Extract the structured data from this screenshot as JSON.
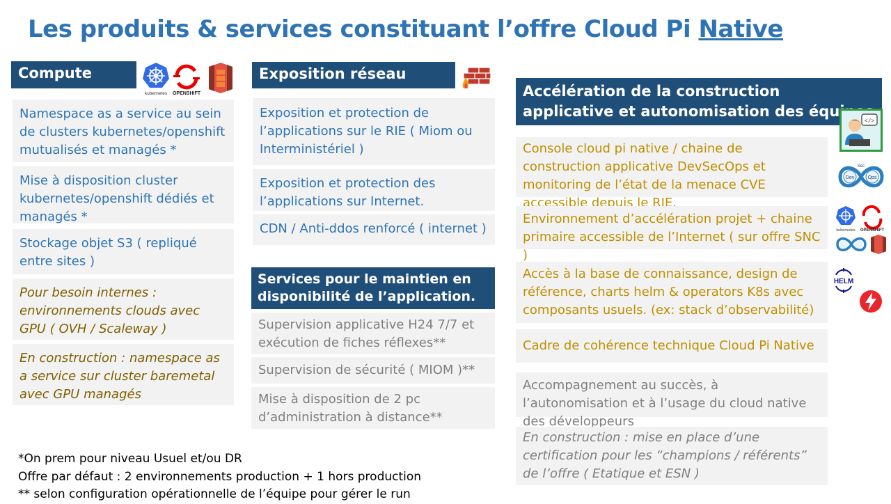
{
  "title": {
    "main": "Les produits & services constituant l’offre Cloud Pi ",
    "underlined": "Native"
  },
  "compute": {
    "header": "Compute",
    "items": [
      "Namespace as a service au sein de clusters kubernetes/openshift mutualisés et managés  *",
      "Mise à disposition cluster kubernetes/openshift dédiés et managés *",
      "Stockage objet S3 ( repliqué entre sites )",
      "Pour besoin internes : environnements clouds avec GPU ( OVH / Scaleway )",
      "En construction : namespace as a service sur cluster baremetal avec GPU managés"
    ]
  },
  "network": {
    "header": "Exposition réseau",
    "items": [
      "Exposition et protection de l’applications sur le RIE ( Miom ou Interministériel )",
      "Exposition et protection des l’applications sur Internet.",
      "CDN / Anti-ddos renforcé ( internet )"
    ]
  },
  "maintenance": {
    "header": "Services pour le maintien en disponibilité de l’application.",
    "items": [
      "Supervision applicative H24 7/7 et exécution de fiches réflexes**",
      "Supervision de sécurité ( MIOM )**",
      "Mise à disposition de 2 pc d’administration à distance**"
    ]
  },
  "acceleration": {
    "header": "Accélération de la construction applicative et autonomisation des équipes",
    "items": [
      "Console cloud pi native / chaine de construction applicative DevSecOps et monitoring de l’état de la menace CVE accessible depuis le RIE.",
      "Environnement d’accélération projet + chaine primaire accessible de l’Internet ( sur offre SNC )",
      "Accès à la base de connaissance, design de référence, charts helm & operators K8s avec composants usuels. (ex: stack d’observabilité)",
      "Cadre de cohérence technique Cloud Pi Native",
      "Accompagnement au succès, à l’autonomisation et à l’usage du cloud native des développeurs",
      "En construction  : mise en place d’une certification pour les “champions / référents” de l’offre ( Etatique et ESN )"
    ]
  },
  "logos": {
    "kubernetes": "kubernetes",
    "openshift": "OPENSHIFT",
    "helm": "HELM",
    "devsecops_dev": "Dev",
    "devsecops_ops": "Ops",
    "devsecops_sec": "Sec"
  },
  "footnotes": [
    "*On prem pour niveau Usuel et/ou DR",
    "Offre par défaut : 2 environnements production + 1 hors production",
    "** selon configuration opérationnelle de l’équipe pour gérer le run"
  ],
  "colors": {
    "header_bg": "#1f4e79",
    "title": "#2e74b5",
    "blue_text": "#2e74b5",
    "gold_text": "#bf8f00",
    "olive_text": "#7f6000",
    "gray_text": "#7f7f7f",
    "box_bg": "#f2f2f2"
  }
}
